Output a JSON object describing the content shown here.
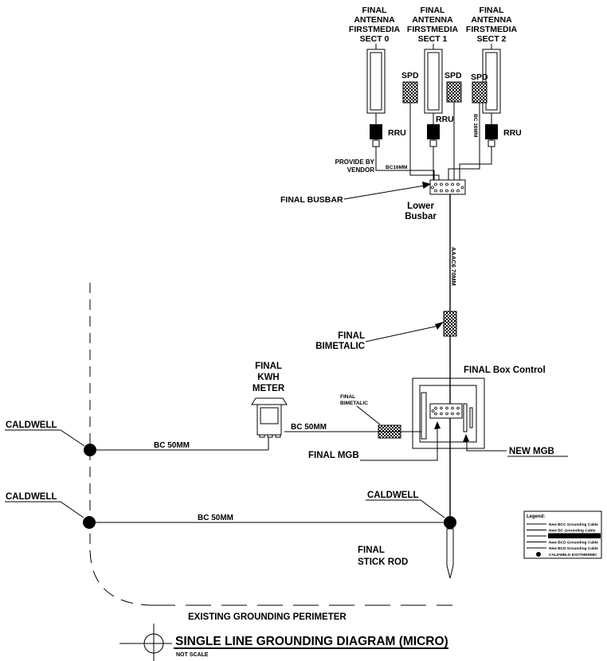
{
  "diagram": {
    "antennas": [
      {
        "line1": "FINAL",
        "line2": "ANTENNA",
        "line3": "FIRSTMEDIA",
        "line4": "SECT 0",
        "rru": "RRU"
      },
      {
        "line1": "FINAL",
        "line2": "ANTENNA",
        "line3": "FIRSTMEDIA",
        "line4": "SECT 1",
        "rru": "RRU"
      },
      {
        "line1": "FINAL",
        "line2": "ANTENNA",
        "line3": "FIRSTMEDIA",
        "line4": "SECT 2",
        "rru": "RRU"
      }
    ],
    "spd": "SPD",
    "notes": {
      "provide_by_vendor_line1": "PROVIDE BY",
      "provide_by_vendor_line2": "VENDOR"
    },
    "cables": {
      "bc16mm_horizontal": "BC16MM",
      "bc16mm_vertical": "BC 16MM",
      "aaac": "AAAC6 70MM",
      "bc50mm_meter": "BC 50MM",
      "bc50mm_row1": "BC 50MM",
      "bc50mm_row2": "BC 50MM"
    },
    "busbar": {
      "callout": "FINAL BUSBAR",
      "name_line1": "Lower",
      "name_line2": "Busbar"
    },
    "bimetalic_upper": {
      "line1": "FINAL",
      "line2": "BIMETALIC"
    },
    "bimetalic_small": {
      "line1": "FINAL",
      "line2": "BIMETALIC"
    },
    "box_control": {
      "title": "FINAL Box Control",
      "final_mgb": "FINAL MGB",
      "new_mgb": "NEW MGB"
    },
    "kwh_meter": {
      "line1": "FINAL",
      "line2": "KWH",
      "line3": "METER"
    },
    "caldwell_1": "CALDWELL",
    "caldwell_2": "CALDWELL",
    "caldwell_3": "CALDWELL",
    "stick_rod": {
      "line1": "FINAL",
      "line2": "STICK ROD"
    },
    "perimeter": "EXISTING GROUNDING PERIMETER"
  },
  "legend": {
    "title": "Legend:",
    "items": [
      {
        "symbol": "line",
        "label": "New BCC Grounding Cable"
      },
      {
        "symbol": "line",
        "label": "New BC Grounding Cable"
      },
      {
        "symbol": "line-filled-bar",
        "label": ""
      },
      {
        "symbol": "line",
        "label": "New BCD Grounding Cable"
      },
      {
        "symbol": "line",
        "label": "New BCD Grounding Cable"
      },
      {
        "symbol": "dot",
        "label": "CALDWELD EXOTHERMIC"
      }
    ]
  },
  "title_block": {
    "title": "SINGLE LINE GROUNDING DIAGRAM (MICRO)",
    "scale_note": "NOT SCALE"
  },
  "colors": {
    "ink": "#000000",
    "background": "#ffffff"
  }
}
